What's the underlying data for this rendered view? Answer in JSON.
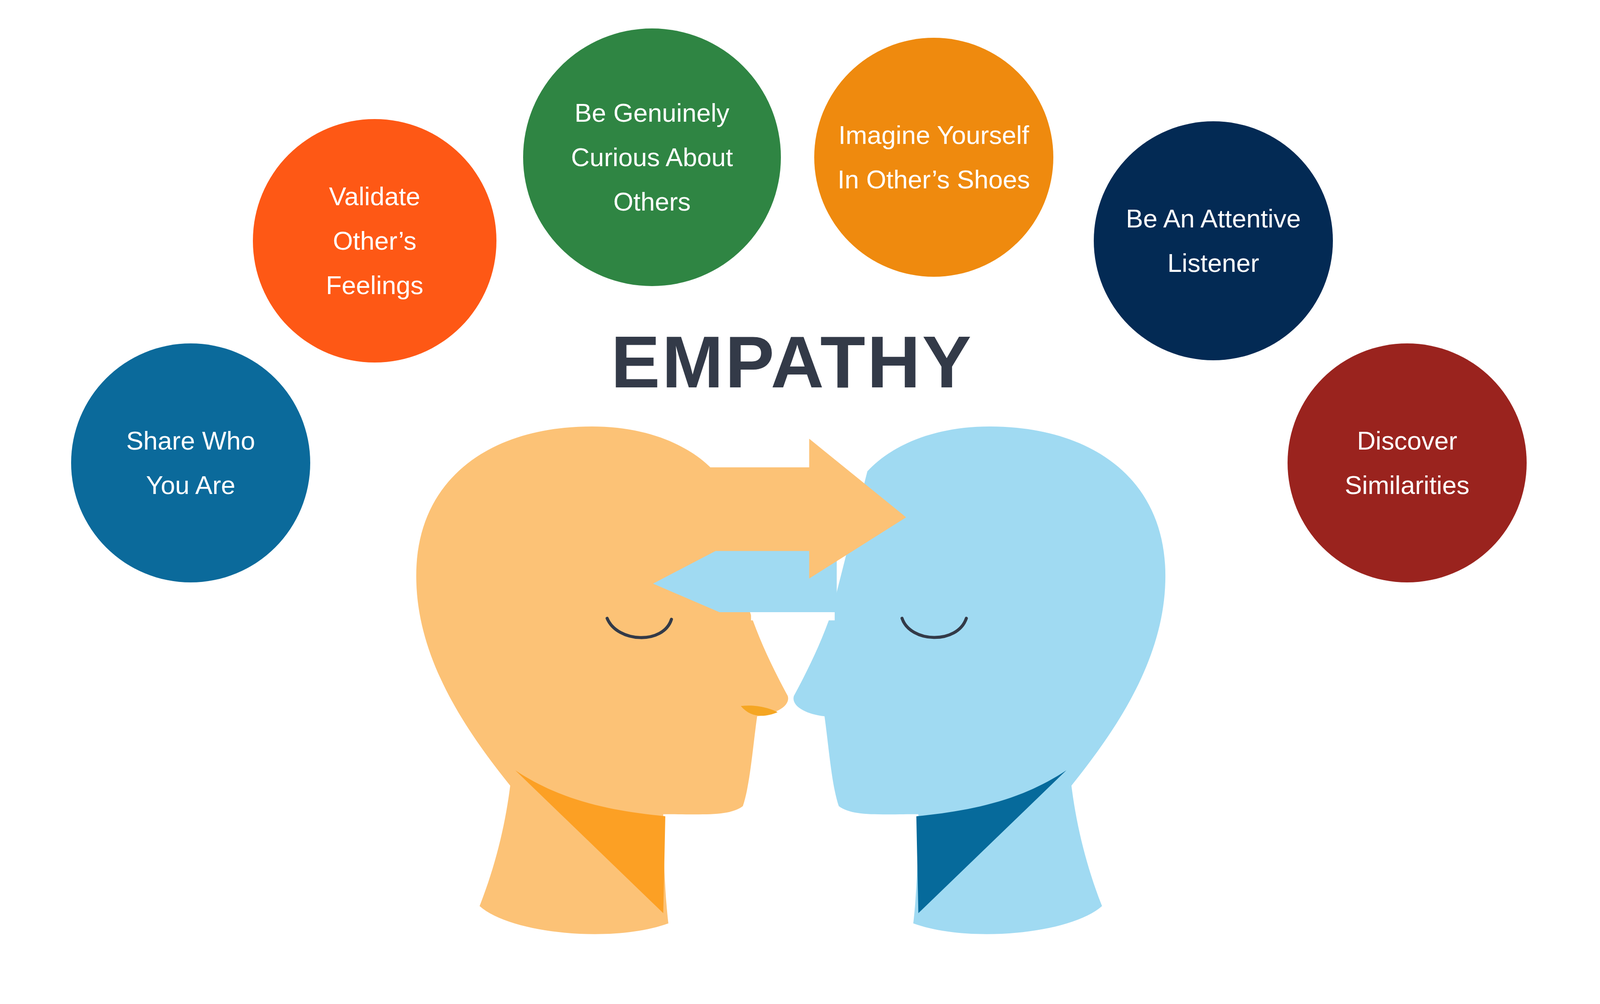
{
  "diagram": {
    "title": "EMPATHY",
    "nodes": [
      {
        "text": [
          "Share Who You Are"
        ]
      },
      {
        "text": [
          "Validate Other’s Feelings"
        ]
      },
      {
        "text": [
          "Be Genuinely Curious About Others"
        ]
      },
      {
        "text": [
          "Imagine Yourself In Other’s Shoes"
        ]
      },
      {
        "text": [
          "Be An Attentive Listener"
        ]
      },
      {
        "text": [
          "Discover Similarities"
        ]
      }
    ]
  }
}
